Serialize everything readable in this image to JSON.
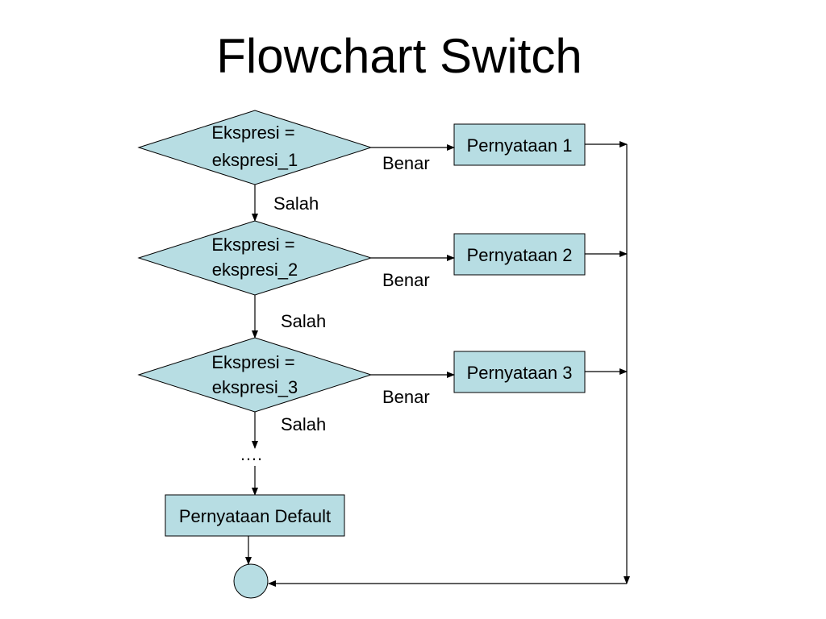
{
  "title": "Flowchart Switch",
  "decisions": [
    {
      "line1": "Ekspresi =",
      "line2": "ekspresi_1"
    },
    {
      "line1": "Ekspresi =",
      "line2": "ekspresi_2"
    },
    {
      "line1": "Ekspresi =",
      "line2": "ekspresi_3"
    }
  ],
  "statements": [
    "Pernyataan 1",
    "Pernyataan 2",
    "Pernyataan 3"
  ],
  "true_labels": [
    "Benar",
    "Benar",
    "Benar"
  ],
  "false_labels": [
    "Salah",
    "Salah",
    "Salah"
  ],
  "ellipsis": "….",
  "default_statement": "Pernyataan Default",
  "colors": {
    "shape_fill": "#b7dde3",
    "stroke": "#000000"
  }
}
